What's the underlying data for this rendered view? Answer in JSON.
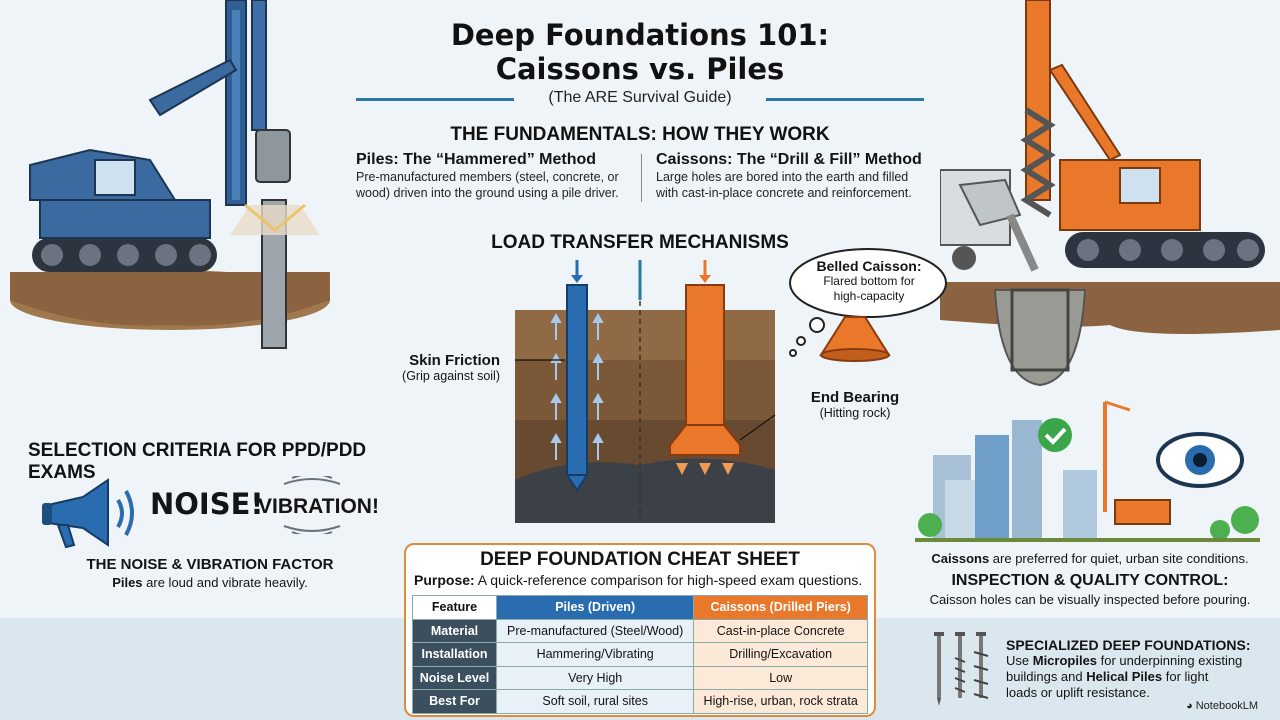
{
  "title": {
    "line1": "Deep Foundations 101:",
    "line2": "Caissons vs. Piles",
    "subtitle": "(The ARE Survival Guide)"
  },
  "fundamentals": {
    "heading": "THE FUNDAMENTALS: HOW THEY WORK",
    "piles": {
      "title": "Piles: The “Hammered” Method",
      "line1": "Pre-manufactured members (steel, concrete, or",
      "line2": "wood) driven into the ground using a pile driver."
    },
    "caissons": {
      "title": "Caissons: The “Drill & Fill” Method",
      "line1": "Large holes are bored into the earth and filled",
      "line2": "with cast-in-place concrete and reinforcement."
    }
  },
  "load": {
    "heading": "LOAD TRANSFER MECHANISMS",
    "skin": {
      "title": "Skin Friction",
      "note": "(Grip against soil)"
    },
    "end": {
      "title": "End Bearing",
      "note": "(Hitting rock)"
    },
    "belled": {
      "title": "Belled Caisson:",
      "line1": "Flared bottom for",
      "line2": "high-capacity"
    }
  },
  "selection": {
    "heading": "SELECTION CRITERIA FOR PPD/PDD EXAMS",
    "noise": "NOISE!",
    "vibration": "VIBRATION!",
    "factor_title": "THE NOISE & VIBRATION FACTOR",
    "factor_bold": "Piles",
    "factor_rest": " are loud and vibrate heavily."
  },
  "right": {
    "urban_bold": "Caissons",
    "urban_rest": " are preferred for quiet, urban site conditions.",
    "inspect_heading": "INSPECTION & QUALITY CONTROL:",
    "inspect_text": "Caisson holes can be visually inspected before pouring.",
    "special_heading": "SPECIALIZED DEEP FOUNDATIONS:",
    "special_a": "Use ",
    "special_b": "Micropiles",
    "special_c": " for underpinning existing",
    "special_d": "buildings and ",
    "special_e": "Helical Piles",
    "special_f": " for light",
    "special_g": "loads or uplift resistance."
  },
  "cheat": {
    "title": "DEEP FOUNDATION CHEAT SHEET",
    "purpose_label": "Purpose:",
    "purpose_text": " A quick-reference comparison for high-speed exam questions.",
    "headers": [
      "Feature",
      "Piles (Driven)",
      "Caissons (Drilled Piers)"
    ],
    "rows": [
      [
        "Material",
        "Pre-manufactured (Steel/Wood)",
        "Cast-in-place Concrete"
      ],
      [
        "Installation",
        "Hammering/Vibrating",
        "Drilling/Excavation"
      ],
      [
        "Noise Level",
        "Very High",
        "Low"
      ],
      [
        "Best For",
        "Soft soil, rural sites",
        "High-rise, urban, rock strata"
      ]
    ]
  },
  "brand": "NotebookLM",
  "colors": {
    "pile_blue": "#2a6cb0",
    "caisson_orange": "#e9782b",
    "accent_rule": "#2a77a8",
    "table_label": "#3b4f5f"
  }
}
